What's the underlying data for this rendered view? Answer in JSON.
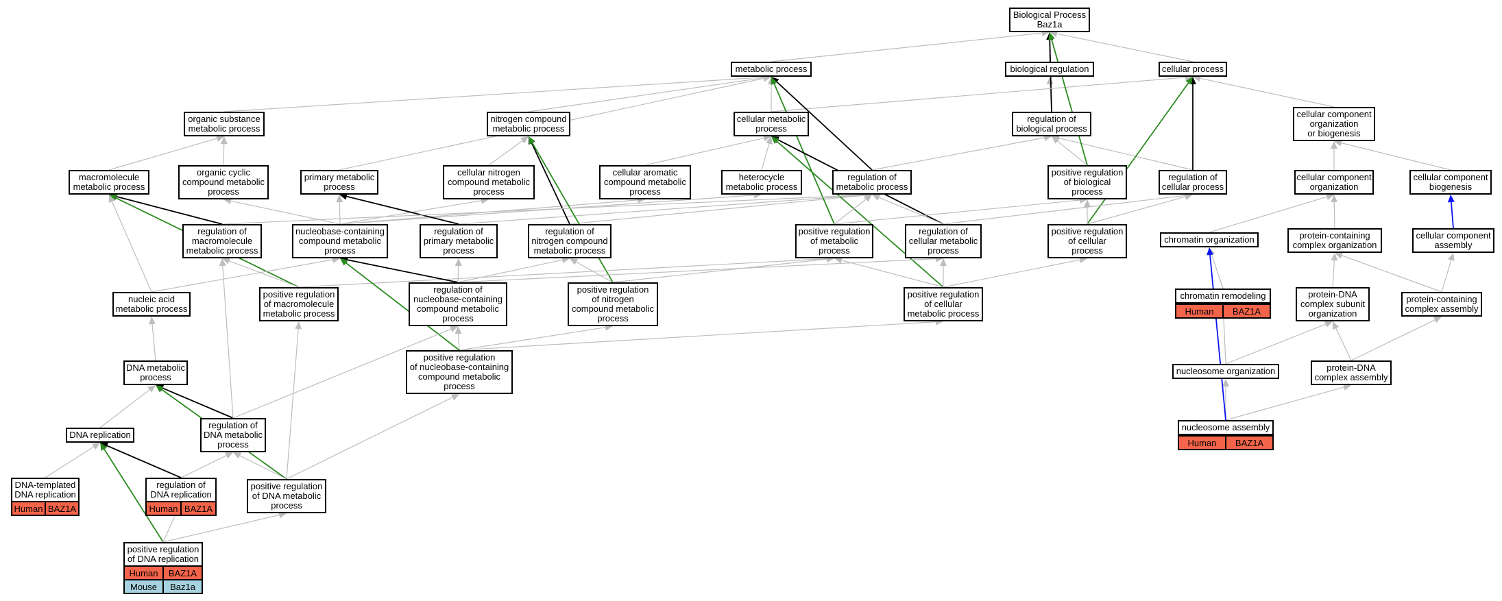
{
  "colors": {
    "grey": "#bdbdbd",
    "black": "#000000",
    "green": "#2b8b1f",
    "blue": "#0b14f2",
    "human": "#f4644a",
    "mouse": "#a7d2e0"
  },
  "nodes": {
    "bp": "Biological Process\nBaz1a",
    "mp": "metabolic process",
    "breg": "biological regulation",
    "cp": "cellular process",
    "osmp": "organic substance\nmetabolic process",
    "ncmp": "nitrogen compound\nmetabolic process",
    "cmp": "cellular metabolic\nprocess",
    "rbp": "regulation of\nbiological process",
    "ccob": "cellular component\norganization\nor biogenesis",
    "mmp": "macromolecule\nmetabolic process",
    "occmp": "organic cyclic\ncompound metabolic\nprocess",
    "pmp": "primary metabolic\nprocess",
    "cncmp": "cellular nitrogen\ncompound metabolic\nprocess",
    "cacmp": "cellular aromatic\ncompound metabolic\nprocess",
    "hmp": "heterocycle\nmetabolic process",
    "rmp": "regulation of\nmetabolic process",
    "prbp": "positive regulation\nof biological\nprocess",
    "rcp": "regulation of\ncellular process",
    "cco": "cellular component\norganization",
    "ccb": "cellular component\nbiogenesis",
    "rmmp": "regulation of\nmacromolecule\nmetabolic process",
    "nbcmp": "nucleobase-containing\ncompound metabolic\nprocess",
    "rpmp": "regulation of\nprimary metabolic\nprocess",
    "rncmp": "regulation of\nnitrogen compound\nmetabolic process",
    "prmp": "positive regulation\nof metabolic\nprocess",
    "rcmp": "regulation of\ncellular metabolic\nprocess",
    "prcp": "positive regulation\nof cellular\nprocess",
    "cho": "chromatin organization",
    "pcco": "protein-containing\ncomplex organization",
    "cca": "cellular component\nassembly",
    "namp": "nucleic acid\nmetabolic process",
    "prmmp": "positive regulation\nof macromolecule\nmetabolic process",
    "rnbcmp": "regulation of\nnucleobase-containing\ncompound metabolic\nprocess",
    "prncmp": "positive regulation\nof nitrogen\ncompound metabolic\nprocess",
    "prcmp": "positive regulation\nof cellular\nmetabolic process",
    "chr": "chromatin remodeling",
    "pdcso": "protein-DNA\ncomplex subunit\norganization",
    "pcca": "protein-containing\ncomplex assembly",
    "dmp": "DNA metabolic\nprocess",
    "prnbcmp": "positive regulation\nof nucleobase-containing\ncompound metabolic\nprocess",
    "no": "nucleosome organization",
    "pdca": "protein-DNA\ncomplex assembly",
    "rdmp": "regulation of\nDNA metabolic\nprocess",
    "dr": "DNA replication",
    "na": "nucleosome assembly",
    "dtdr": "DNA-templated\nDNA replication",
    "rdr": "regulation of\nDNA replication",
    "prdmp": "positive regulation\nof DNA metabolic\nprocess",
    "prdr": "positive regulation\nof DNA replication"
  },
  "annotations": {
    "chr_h": {
      "species": "Human",
      "gene": "BAZ1A"
    },
    "na_h": {
      "species": "Human",
      "gene": "BAZ1A"
    },
    "dtdr_h": {
      "species": "Human",
      "gene": "BAZ1A"
    },
    "rdr_h": {
      "species": "Human",
      "gene": "BAZ1A"
    },
    "prdr_h": {
      "species": "Human",
      "gene": "BAZ1A"
    },
    "prdr_m": {
      "species": "Mouse",
      "gene": "Baz1a"
    }
  },
  "edges": [
    [
      "mp",
      "bp",
      "grey"
    ],
    [
      "breg",
      "bp",
      "grey"
    ],
    [
      "cp",
      "bp",
      "grey"
    ],
    [
      "osmp",
      "mp",
      "grey"
    ],
    [
      "ncmp",
      "mp",
      "grey"
    ],
    [
      "cmp",
      "mp",
      "grey"
    ],
    [
      "pmp",
      "mp",
      "grey"
    ],
    [
      "rbp",
      "breg",
      "grey"
    ],
    [
      "rbp",
      "bp",
      "black"
    ],
    [
      "cmp",
      "cp",
      "grey"
    ],
    [
      "ccob",
      "cp",
      "grey"
    ],
    [
      "mmp",
      "osmp",
      "grey"
    ],
    [
      "occmp",
      "osmp",
      "grey"
    ],
    [
      "cncmp",
      "ncmp",
      "grey"
    ],
    [
      "cacmp",
      "cmp",
      "grey"
    ],
    [
      "hmp",
      "cmp",
      "grey"
    ],
    [
      "rmp",
      "rbp",
      "grey"
    ],
    [
      "prbp",
      "rbp",
      "grey"
    ],
    [
      "rcp",
      "rbp",
      "grey"
    ],
    [
      "prbp",
      "bp",
      "green"
    ],
    [
      "cco",
      "ccob",
      "grey"
    ],
    [
      "ccb",
      "ccob",
      "grey"
    ],
    [
      "rcp",
      "cp",
      "black"
    ],
    [
      "prcp",
      "cp",
      "green"
    ],
    [
      "rmmp",
      "mmp",
      "black"
    ],
    [
      "prmmp",
      "mmp",
      "green"
    ],
    [
      "namp",
      "mmp",
      "grey"
    ],
    [
      "nbcmp",
      "occmp",
      "grey"
    ],
    [
      "nbcmp",
      "pmp",
      "grey"
    ],
    [
      "nbcmp",
      "cncmp",
      "grey"
    ],
    [
      "nbcmp",
      "cacmp",
      "grey"
    ],
    [
      "nbcmp",
      "hmp",
      "grey"
    ],
    [
      "rpmp",
      "pmp",
      "black"
    ],
    [
      "rpmp",
      "rmp",
      "grey"
    ],
    [
      "rncmp",
      "ncmp",
      "black"
    ],
    [
      "rncmp",
      "rmp",
      "grey"
    ],
    [
      "prncmp",
      "ncmp",
      "green"
    ],
    [
      "rmp",
      "mp",
      "black"
    ],
    [
      "prmp",
      "mp",
      "green"
    ],
    [
      "rcmp",
      "cmp",
      "black"
    ],
    [
      "prcmp",
      "cmp",
      "green"
    ],
    [
      "rmmp",
      "rmp",
      "grey"
    ],
    [
      "prmp",
      "rmp",
      "grey"
    ],
    [
      "rcmp",
      "rmp",
      "grey"
    ],
    [
      "prmp",
      "prbp",
      "grey"
    ],
    [
      "prcp",
      "prbp",
      "grey"
    ],
    [
      "rcmp",
      "rcp",
      "grey"
    ],
    [
      "prcp",
      "rcp",
      "grey"
    ],
    [
      "cho",
      "cco",
      "grey"
    ],
    [
      "pcco",
      "cco",
      "grey"
    ],
    [
      "cca",
      "ccb",
      "blue"
    ],
    [
      "namp",
      "nbcmp",
      "grey"
    ],
    [
      "prmmp",
      "rmmp",
      "grey"
    ],
    [
      "prmmp",
      "prmp",
      "grey"
    ],
    [
      "rnbcmp",
      "nbcmp",
      "black"
    ],
    [
      "rnbcmp",
      "rpmp",
      "grey"
    ],
    [
      "rnbcmp",
      "rncmp",
      "grey"
    ],
    [
      "rnbcmp",
      "rcmp",
      "grey"
    ],
    [
      "prncmp",
      "rncmp",
      "grey"
    ],
    [
      "prncmp",
      "prmp",
      "grey"
    ],
    [
      "prcmp",
      "rcmp",
      "grey"
    ],
    [
      "prcmp",
      "prmp",
      "grey"
    ],
    [
      "prcmp",
      "prcp",
      "grey"
    ],
    [
      "chr",
      "cho",
      "grey"
    ],
    [
      "pdcso",
      "pcco",
      "grey"
    ],
    [
      "pcca",
      "pcco",
      "grey"
    ],
    [
      "pcca",
      "cca",
      "grey"
    ],
    [
      "dmp",
      "namp",
      "grey"
    ],
    [
      "prnbcmp",
      "rnbcmp",
      "grey"
    ],
    [
      "prnbcmp",
      "prncmp",
      "grey"
    ],
    [
      "prnbcmp",
      "prcmp",
      "grey"
    ],
    [
      "prnbcmp",
      "nbcmp",
      "green"
    ],
    [
      "no",
      "chr",
      "grey"
    ],
    [
      "no",
      "pdcso",
      "grey"
    ],
    [
      "pdca",
      "pdcso",
      "grey"
    ],
    [
      "pdca",
      "pcca",
      "grey"
    ],
    [
      "rdmp",
      "dmp",
      "black"
    ],
    [
      "rdmp",
      "rmmp",
      "grey"
    ],
    [
      "rdmp",
      "rnbcmp",
      "grey"
    ],
    [
      "dr",
      "dmp",
      "grey"
    ],
    [
      "na",
      "no",
      "grey"
    ],
    [
      "na",
      "pdca",
      "grey"
    ],
    [
      "na",
      "cho",
      "blue"
    ],
    [
      "dtdr",
      "dr",
      "grey"
    ],
    [
      "rdr",
      "dr",
      "black"
    ],
    [
      "rdr",
      "rdmp",
      "grey"
    ],
    [
      "prdmp",
      "dmp",
      "green"
    ],
    [
      "prdmp",
      "rdmp",
      "grey"
    ],
    [
      "prdmp",
      "prmmp",
      "grey"
    ],
    [
      "prdmp",
      "prnbcmp",
      "grey"
    ],
    [
      "prdr",
      "dr",
      "green"
    ],
    [
      "prdr",
      "rdr",
      "grey"
    ],
    [
      "prdr",
      "prdmp",
      "grey"
    ]
  ]
}
